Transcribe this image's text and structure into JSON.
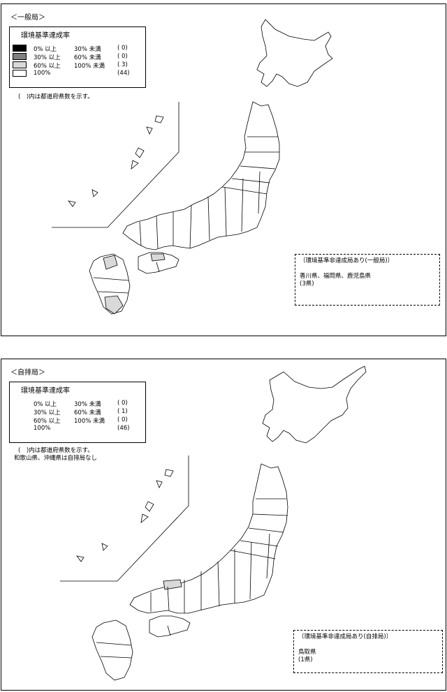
{
  "panels": [
    {
      "title": "＜一般局＞",
      "legend": {
        "title": "環境基準達成率",
        "rows": [
          {
            "lo": "0% 以上",
            "hi": "30% 未満",
            "count": "( 0)",
            "color": "#000000"
          },
          {
            "lo": "30% 以上",
            "hi": "60% 未満",
            "count": "( 0)",
            "color": "#808080"
          },
          {
            "lo": "60% 以上",
            "hi": "100% 未満",
            "count": "( 3)",
            "color": "#d9d9d9"
          },
          {
            "lo": "100%",
            "hi": "",
            "count": "(44)",
            "color": "#ffffff"
          }
        ]
      },
      "notes": [
        "(　)内は都道府県数を示す。"
      ],
      "callout": {
        "title": "〔環境基準非達成局あり(一般局)〕",
        "lines": [
          "香川県、福岡県、鹿児島県",
          "(3県)"
        ]
      }
    },
    {
      "title": "＜自排局＞",
      "legend": {
        "title": "環境基準達成率",
        "rows": [
          {
            "lo": "0% 以上",
            "hi": "30% 未満",
            "count": "( 0)",
            "color": "#000000"
          },
          {
            "lo": "30% 以上",
            "hi": "60% 未満",
            "count": "( 1)",
            "color": "#808080"
          },
          {
            "lo": "60% 以上",
            "hi": "100% 未満",
            "count": "( 0)",
            "color": "#d9d9d9"
          },
          {
            "lo": "100%",
            "hi": "",
            "count": "(46)",
            "color": "#ffffff"
          }
        ]
      },
      "notes": [
        "(　)内は都道府県数を示す。",
        "和歌山県、沖縄県は自排局なし"
      ],
      "callout": {
        "title": "〔環境基準非達成局あり(自排局)〕",
        "lines": [
          "鳥取県",
          "(1県)"
        ]
      }
    }
  ]
}
